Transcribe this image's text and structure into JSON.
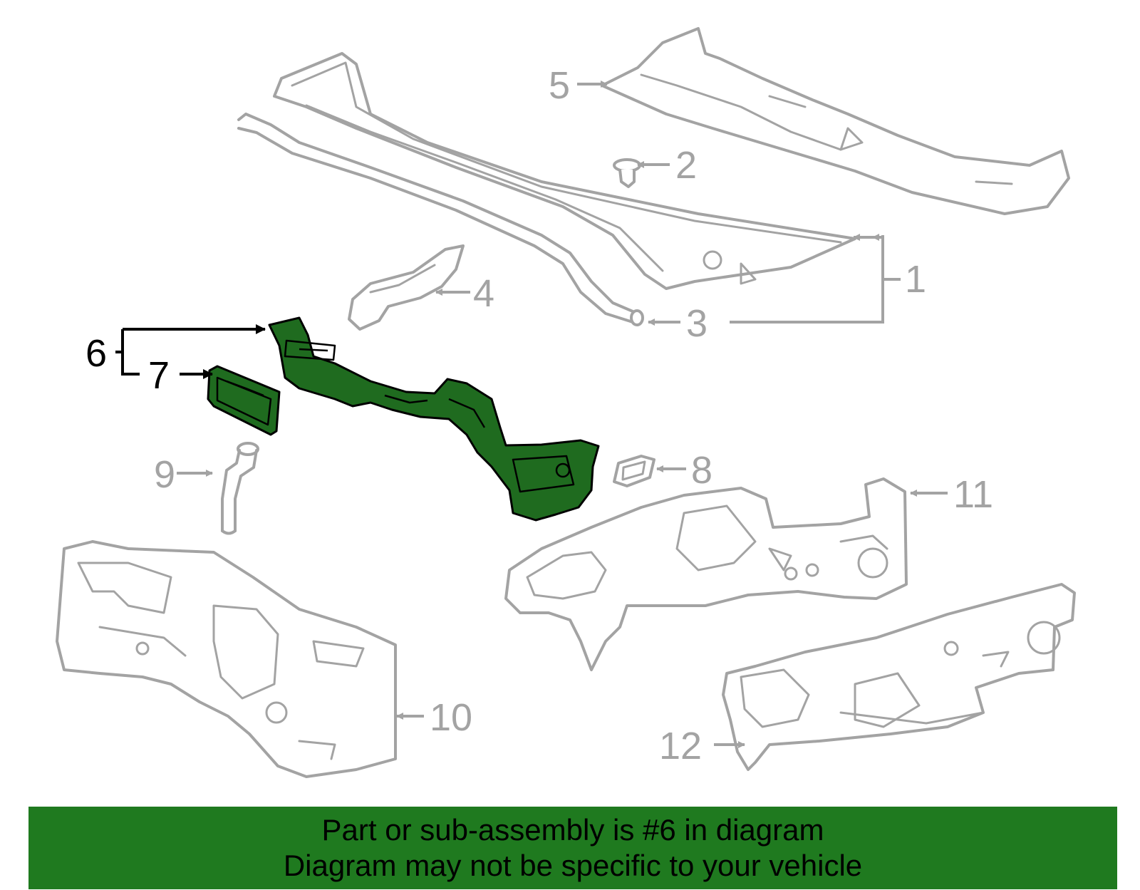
{
  "callouts": {
    "n1": "1",
    "n2": "2",
    "n3": "3",
    "n4": "4",
    "n5": "5",
    "n6": "6",
    "n7": "7",
    "n8": "8",
    "n9": "9",
    "n10": "10",
    "n11": "11",
    "n12": "12"
  },
  "highlighted_part": "6",
  "colors": {
    "highlight": "#1f6b1f",
    "banner": "#1f7a1f",
    "line_art": "#a3a3a3"
  },
  "footer": {
    "line1": "Part or sub-assembly is #6 in diagram",
    "line2": "Diagram may not be specific to your vehicle"
  }
}
